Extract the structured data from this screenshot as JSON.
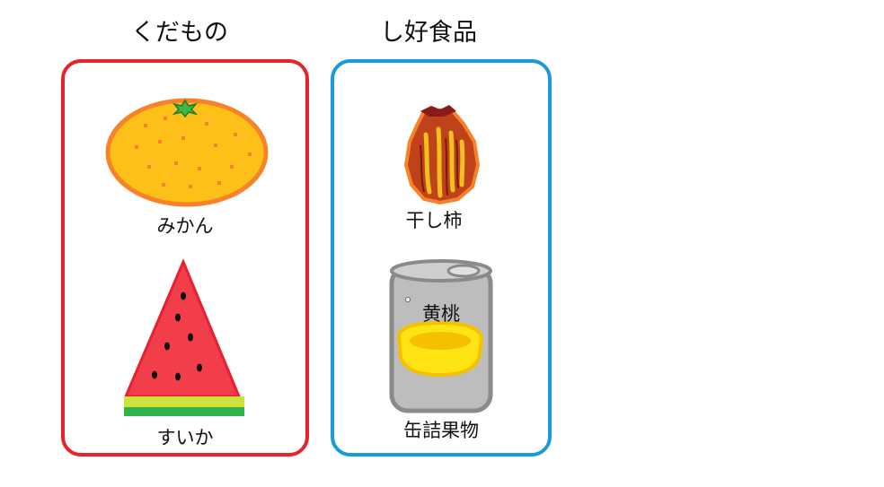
{
  "fruits": {
    "heading": "くだもの",
    "border_color": "#e8232e",
    "items": [
      {
        "label": "みかん",
        "icon": "mandarin-orange-icon"
      },
      {
        "label": "すいか",
        "icon": "watermelon-slice-icon"
      }
    ]
  },
  "luxury_foods": {
    "heading": "し好食品",
    "border_color": "#1a9ad8",
    "items": [
      {
        "label": "干し柿",
        "icon": "dried-persimmon-icon"
      },
      {
        "label": "缶詰果物",
        "icon": "canned-fruit-icon",
        "can_label": "黄桃"
      }
    ]
  }
}
